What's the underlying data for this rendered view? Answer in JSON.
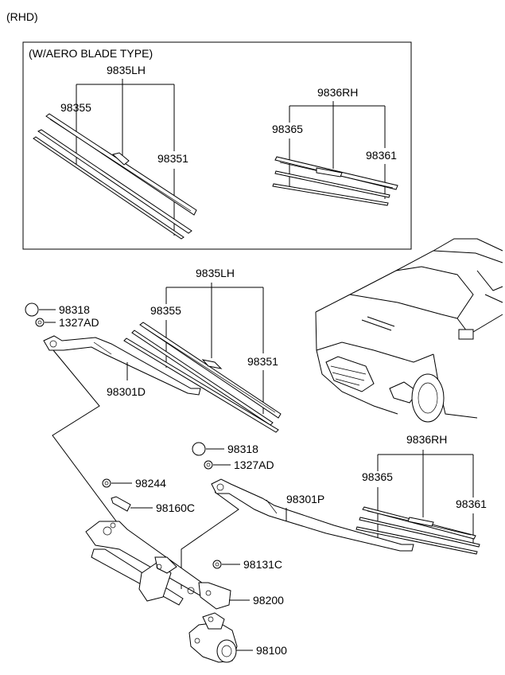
{
  "header": {
    "variant": "(RHD)"
  },
  "inset": {
    "title": "(W/AERO BLADE TYPE)",
    "lh": {
      "assy": "9835LH",
      "refill": "98355",
      "blade": "98351"
    },
    "rh": {
      "assy": "9836RH",
      "refill": "98365",
      "blade": "98361"
    }
  },
  "main": {
    "lh": {
      "assy": "9835LH",
      "refill": "98355",
      "blade": "98351",
      "arm": "98301D",
      "cap": "98318",
      "nut": "1327AD"
    },
    "rh": {
      "assy": "9836RH",
      "refill": "98365",
      "blade": "98361",
      "arm": "98301P",
      "cap": "98318",
      "nut": "1327AD"
    },
    "linkage": {
      "nut_top": "98244",
      "bracket_pin": "98160C",
      "bolt": "98131C",
      "link_assy": "98200",
      "motor": "98100"
    }
  }
}
